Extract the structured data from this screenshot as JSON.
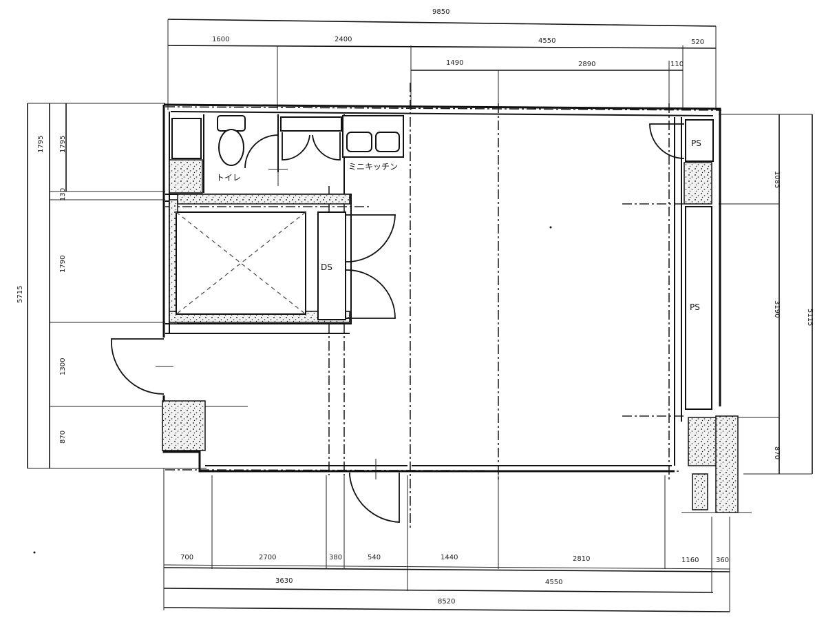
{
  "dimensions": {
    "overall_top": "9850",
    "top_row": [
      "1600",
      "2400",
      "4550",
      "520"
    ],
    "second_row": [
      "1490",
      "2890",
      "110"
    ],
    "bottom_row": [
      "700",
      "2700",
      "380",
      "540",
      "1440",
      "2810",
      "1160",
      "360"
    ],
    "bottom_mid": [
      "3630",
      "4550"
    ],
    "overall_bottom": "8520",
    "left_segments": [
      "1795",
      "130",
      "1790",
      "1300",
      "870"
    ],
    "left_overall": "5715",
    "right_segments": [
      "1085",
      "3190",
      "870"
    ],
    "right_overall": "5115"
  },
  "rooms": {
    "toilet": "トイレ",
    "mini_kitchen": "ミニキッチン",
    "ps": "PS",
    "ds": "DS"
  }
}
